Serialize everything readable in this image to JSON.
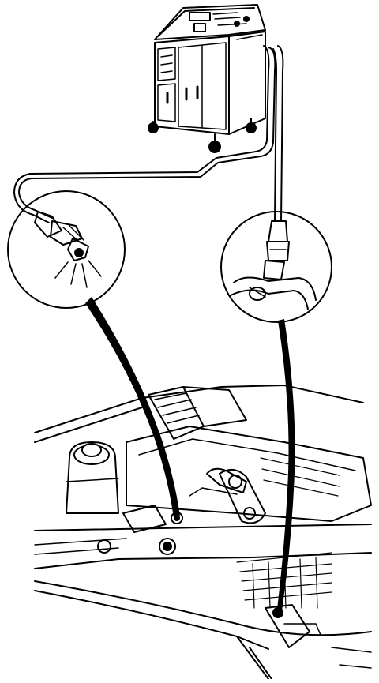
{
  "figure": {
    "kind": "technical line drawing",
    "ink_color": "#000000",
    "paper_color": "#ffffff",
    "parts": [
      "refrigerant-recovery-station",
      "low-side-hose",
      "high-side-hose",
      "low-side-service-port-detail",
      "high-side-service-port-detail",
      "engine-compartment"
    ]
  }
}
